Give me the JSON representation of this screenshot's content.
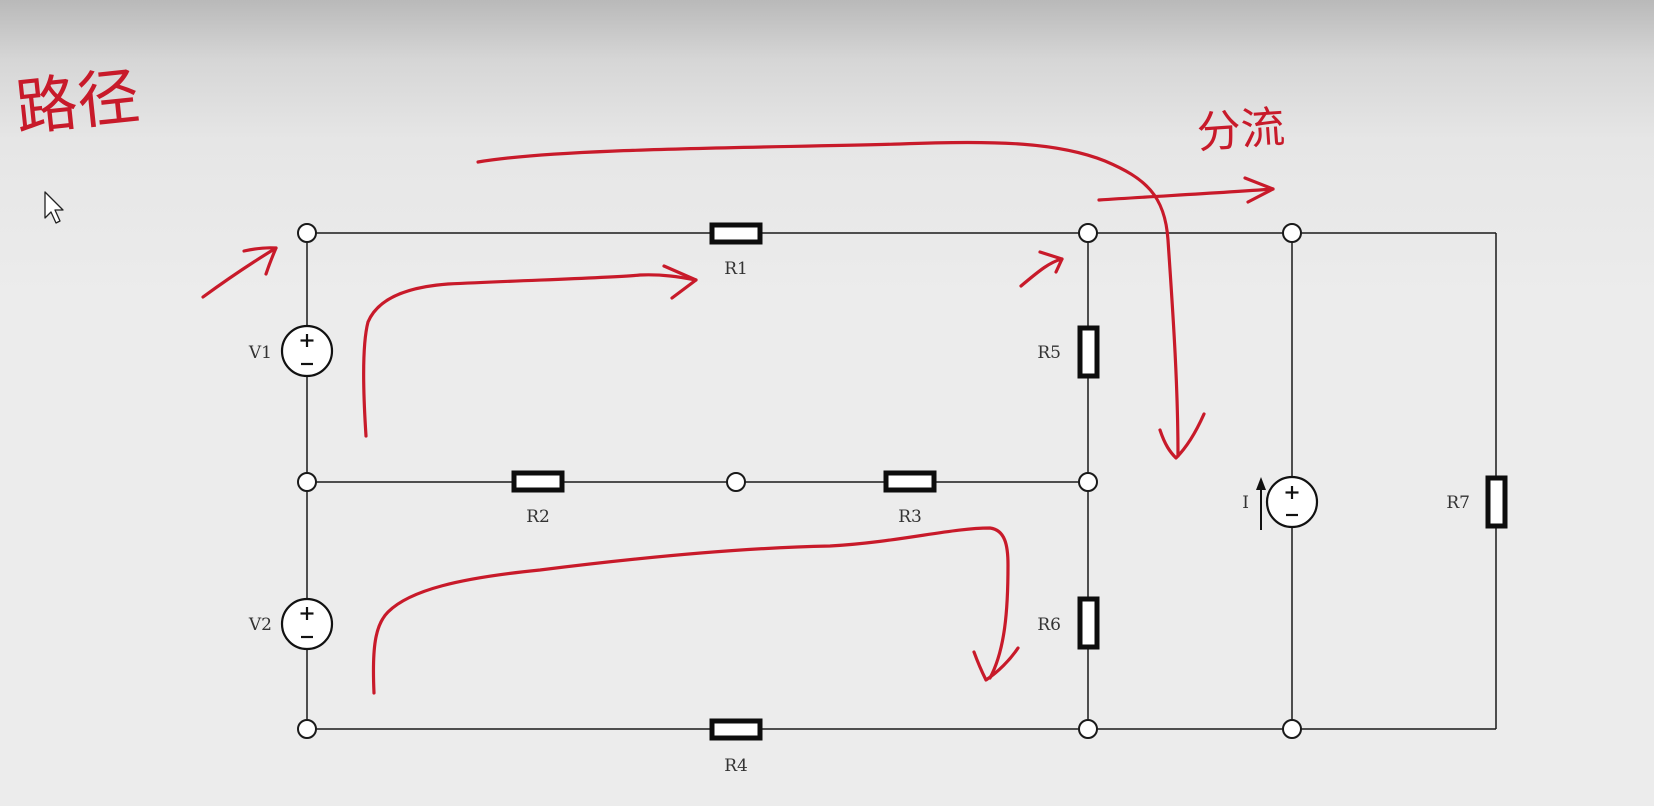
{
  "annotations": {
    "path_label": "路径",
    "shunt_label": "分流"
  },
  "components": {
    "r1": "R1",
    "r2": "R2",
    "r3": "R3",
    "r4": "R4",
    "r5": "R5",
    "r6": "R6",
    "r7": "R7",
    "v1": "V1",
    "v2": "V2",
    "current_source": "I"
  },
  "colors": {
    "ink": "#c81a2a",
    "wire": "#1a1a1a",
    "background": "#ececec"
  }
}
